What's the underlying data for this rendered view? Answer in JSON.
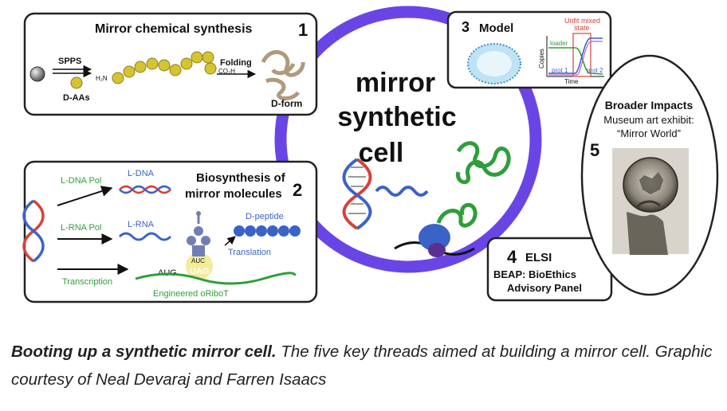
{
  "center": {
    "line1": "mirror",
    "line2": "synthetic",
    "line3": "cell"
  },
  "panel1": {
    "title": "Mirror chemical synthesis",
    "number": "1",
    "spps": "SPPS",
    "daas": "D-AAs",
    "nterm": "H₂N",
    "cterm": "CO₂H",
    "folding": "Folding",
    "dform": "D-form"
  },
  "panel2": {
    "title_line1": "Biosynthesis of",
    "title_line2": "mirror molecules",
    "number": "2",
    "ldna_pol": "L-DNA Pol",
    "ldna": "L-DNA",
    "lrna_pol": "L-RNA Pol",
    "lrna": "L-RNA",
    "dpeptide": "D-peptide",
    "translation": "Translation",
    "transcription": "Transcription",
    "aug": "AUG",
    "auc": "AUC",
    "uag": "UAG",
    "engineered": "Engineered oRiboT"
  },
  "panel3": {
    "number": "3",
    "title": "Model",
    "unfit": "Unfit mixed",
    "state": "state",
    "loader": "loader",
    "copies": "Copies",
    "prot1": "prot 1",
    "prot2": "prot 2",
    "time": "Time"
  },
  "panel4": {
    "number": "4",
    "title": "ELSI",
    "line1": "BEAP: BioEthics",
    "line2": "Advisory Panel"
  },
  "panel5": {
    "title": "Broader Impacts",
    "line1": "Museum art exhibit:",
    "line2": "“Mirror World”",
    "number": "5"
  },
  "caption": {
    "bold": "Booting up a synthetic mirror cell.",
    "rest": " The five key threads aimed at building a mirror cell. Graphic courtesy of Neal Devaraj and Farren Isaacs"
  },
  "colors": {
    "ring": "#6a45e6",
    "green": "#2f9e3a",
    "blue": "#3a63c8",
    "red": "#d8403a",
    "bead": "#d6c331",
    "dark": "#111111"
  }
}
